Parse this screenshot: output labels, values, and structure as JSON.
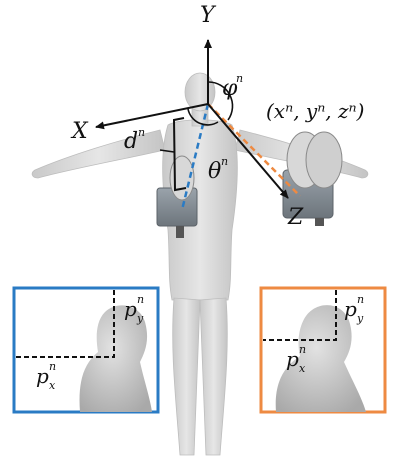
{
  "axes": {
    "y": "Y",
    "x": "X",
    "z": "Z"
  },
  "symbols": {
    "phi": "φ",
    "theta": "θ",
    "d": "d",
    "superscript": "n",
    "position": "(xⁿ, yⁿ, zⁿ)",
    "p_y": "p",
    "p_y_sub": "y",
    "p_x": "p",
    "p_x_sub": "x"
  },
  "colors": {
    "left_inset_border": "#2a7bc4",
    "right_inset_border": "#ee8a42",
    "left_dashed_line": "#2a7bc4",
    "right_dashed_line": "#ee8a42",
    "axis": "#111111",
    "figure": "#d7d7d7"
  },
  "icons": {
    "left_camera": "camera-icon",
    "right_camera": "camera-icon",
    "human_figure": "mannequin-icon"
  }
}
